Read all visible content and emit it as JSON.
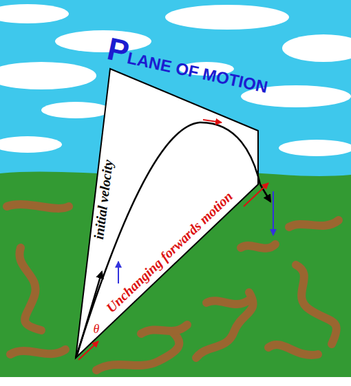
{
  "diagram": {
    "labels": [
      "PLANE OF MOTION",
      "initial velocity",
      "θ",
      "Unchanging forwards motion"
    ]
  }
}
